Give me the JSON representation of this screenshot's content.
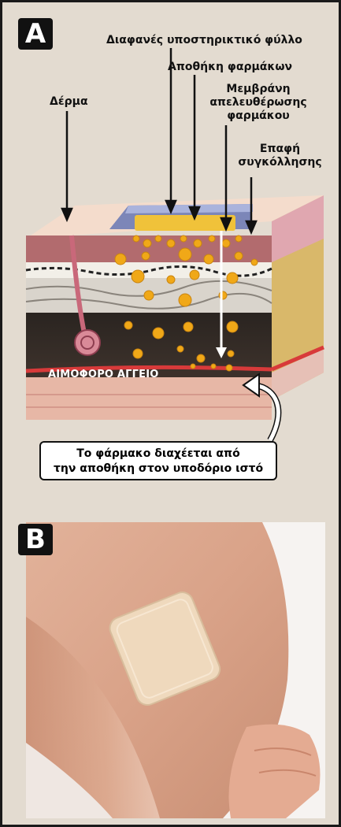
{
  "panelA": {
    "badge": "A",
    "labels": {
      "backing": "Διαφανές υποστηρικτικό φύλλο",
      "reservoir": "Αποθήκη φαρμάκων",
      "membrane_l1": "Μεμβράνη",
      "membrane_l2": "απελευθέρωσης",
      "membrane_l3": "φαρμάκου",
      "skin": "Δέρμα",
      "adhesive_l1": "Επαφή",
      "adhesive_l2": "συγκόλλησης",
      "vessel": "ΑΙΜΟΦΟΡΟ ΑΓΓΕΙΟ"
    },
    "callout_l1": "Το φάρμακο διαχέεται από",
    "callout_l2": "την αποθήκη στον υποδόριο ιστό"
  },
  "panelB": {
    "badge": "B"
  },
  "colors": {
    "background": "#e3dbd0",
    "drug": "#f0a818",
    "vessel": "#d83a3a",
    "patch": "#7c86b8"
  }
}
